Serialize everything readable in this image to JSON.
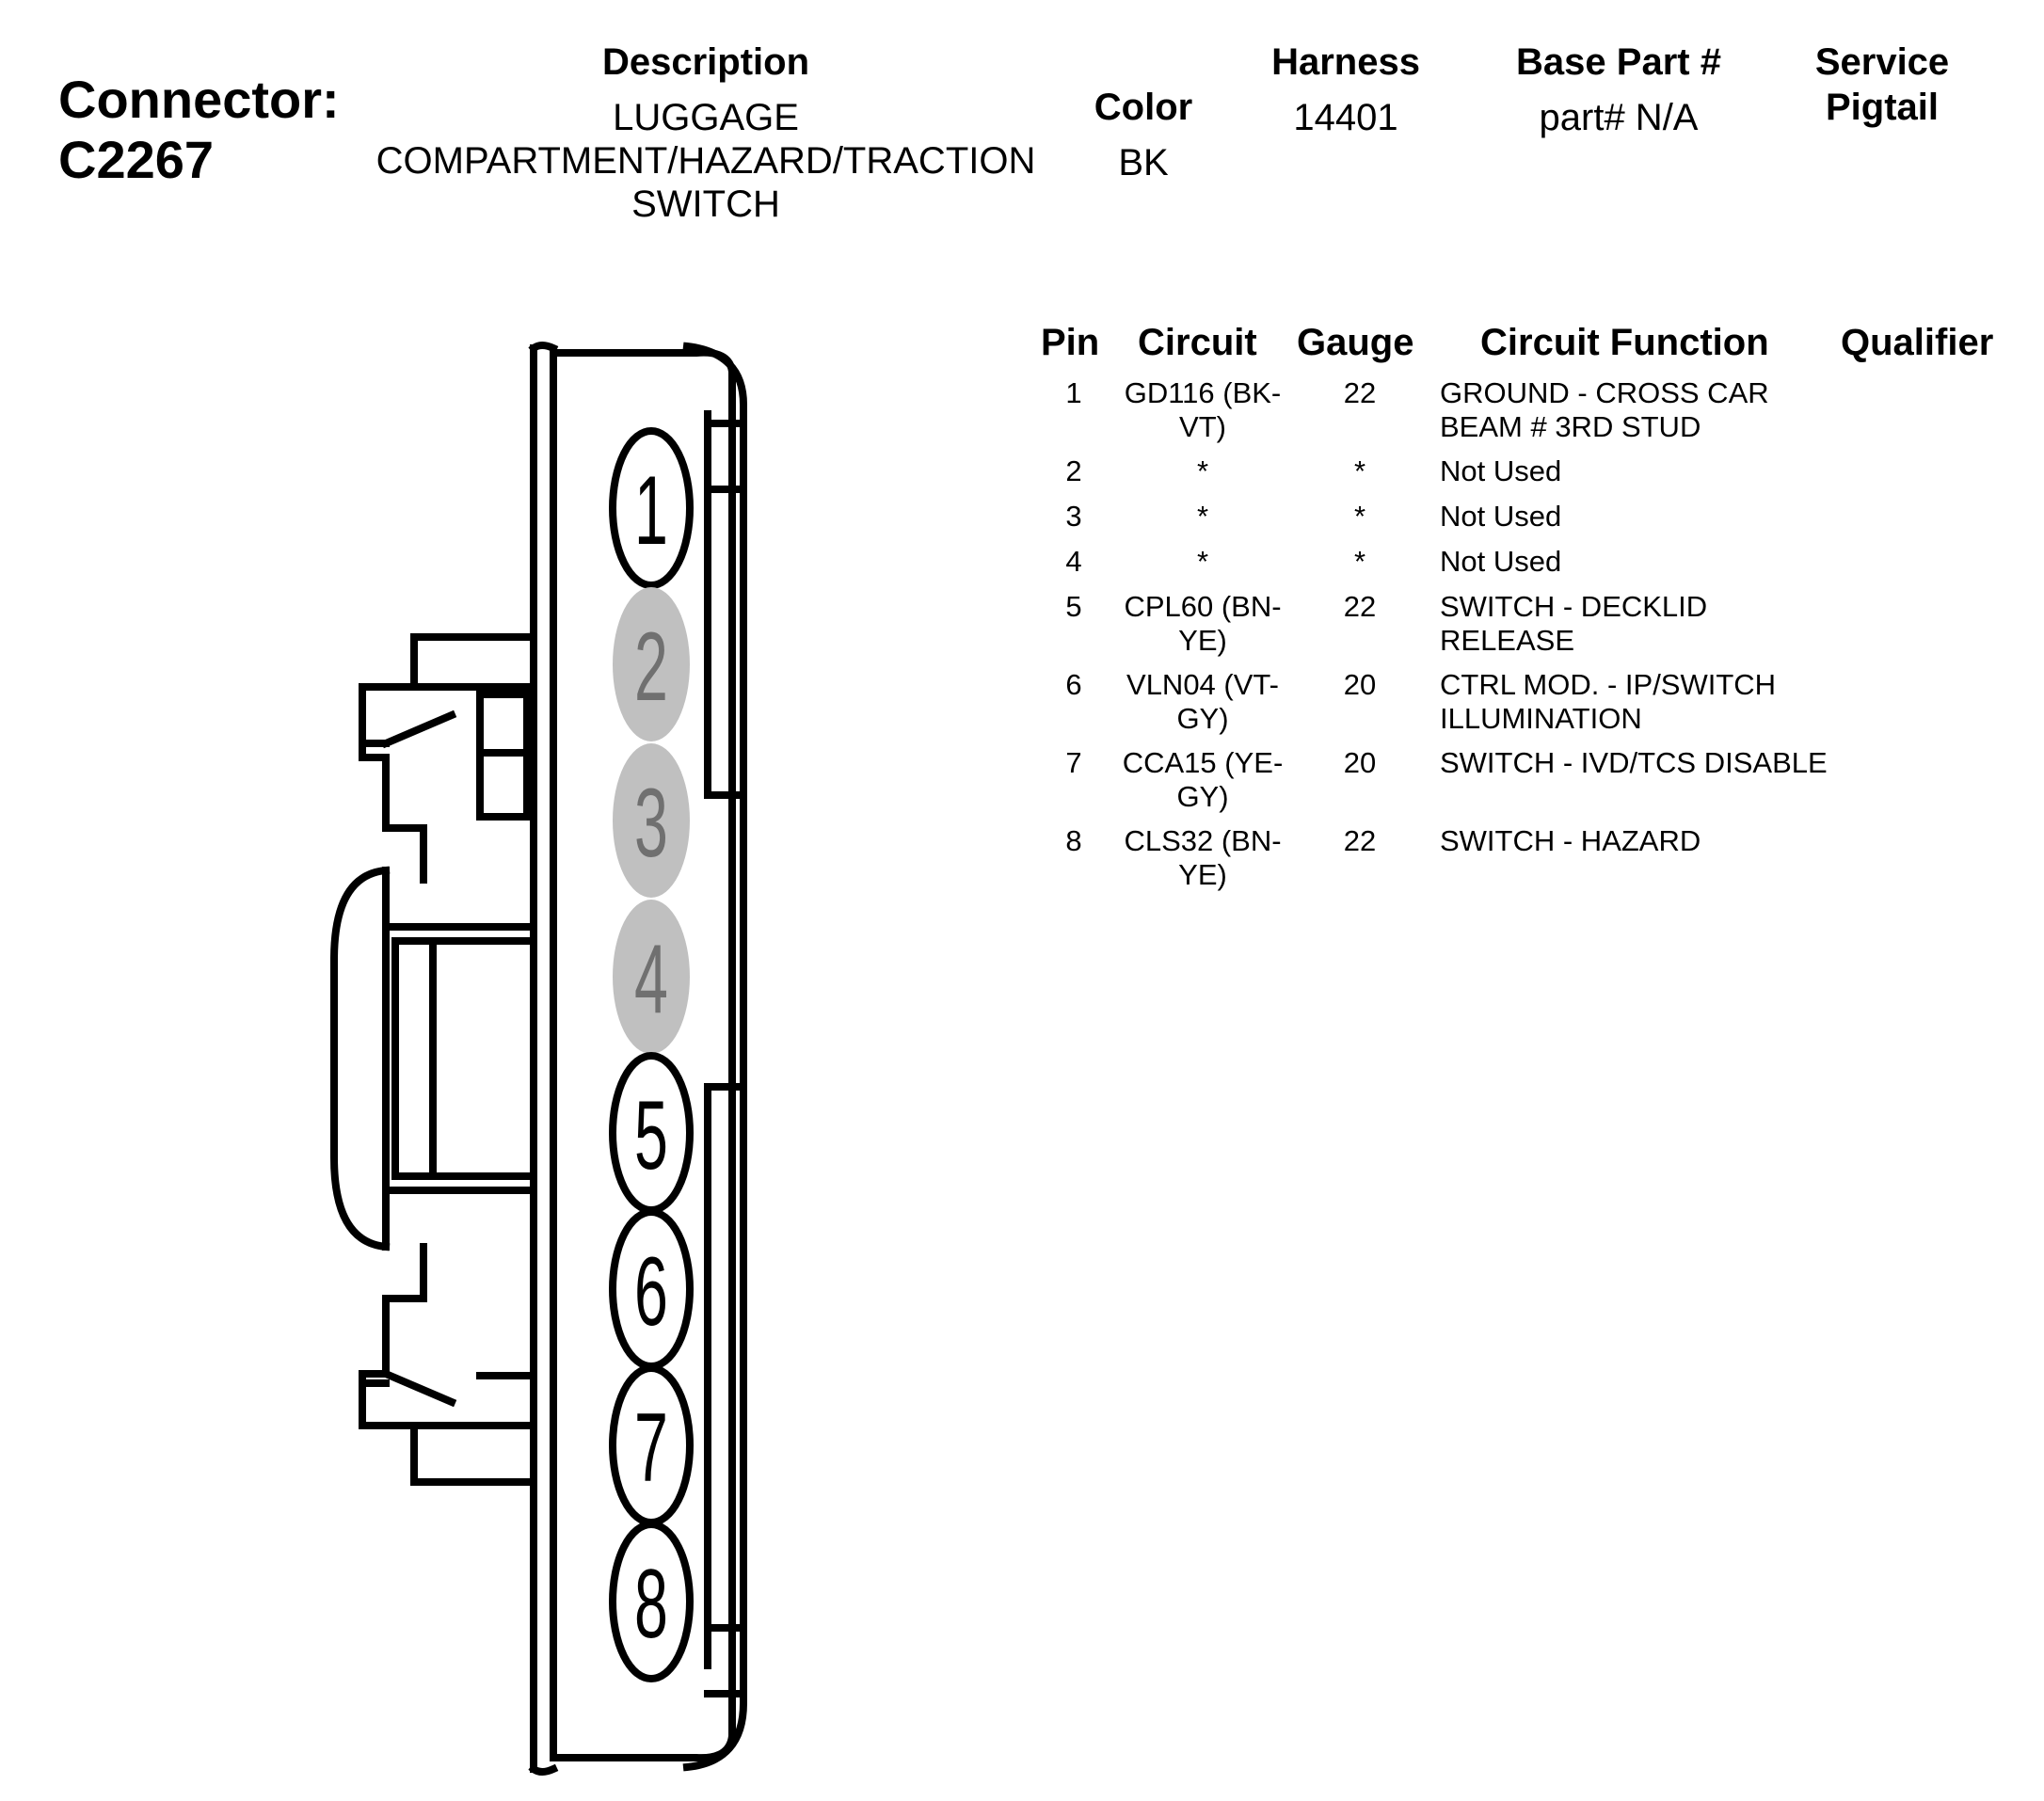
{
  "connector": {
    "label": "Connector:",
    "id": "C2267"
  },
  "header": {
    "description": {
      "heading": "Description",
      "value": "LUGGAGE\nCOMPARTMENT/HAZARD/TRACTION\nSWITCH"
    },
    "color": {
      "heading": "Color",
      "value": "BK"
    },
    "harness": {
      "heading": "Harness",
      "value": "14401"
    },
    "base_part": {
      "heading": "Base Part #",
      "value": "part# N/A"
    },
    "service_pigtail": {
      "heading_line1": "Service",
      "heading_line2": "Pigtail"
    }
  },
  "pin_table": {
    "headers": {
      "pin": "Pin",
      "circuit": "Circuit",
      "gauge": "Gauge",
      "function": "Circuit Function",
      "qualifier": "Qualifier"
    },
    "rows": [
      {
        "pin": "1",
        "circuit": "GD116 (BK-\nVT)",
        "gauge": "22",
        "function": "GROUND - CROSS CAR\nBEAM # 3RD STUD"
      },
      {
        "pin": "2",
        "circuit": "*",
        "gauge": "*",
        "function": "Not Used"
      },
      {
        "pin": "3",
        "circuit": "*",
        "gauge": "*",
        "function": "Not Used"
      },
      {
        "pin": "4",
        "circuit": "*",
        "gauge": "*",
        "function": "Not Used"
      },
      {
        "pin": "5",
        "circuit": "CPL60 (BN-\nYE)",
        "gauge": "22",
        "function": "SWITCH - DECKLID\nRELEASE"
      },
      {
        "pin": "6",
        "circuit": "VLN04 (VT-\nGY)",
        "gauge": "20",
        "function": "CTRL MOD. - IP/SWITCH\nILLUMINATION"
      },
      {
        "pin": "7",
        "circuit": "CCA15 (YE-\nGY)",
        "gauge": "20",
        "function": "SWITCH - IVD/TCS DISABLE"
      },
      {
        "pin": "8",
        "circuit": "CLS32 (BN-\nYE)",
        "gauge": "22",
        "function": "SWITCH - HAZARD"
      }
    ]
  },
  "diagram": {
    "cavities": [
      {
        "label": "1",
        "used": true
      },
      {
        "label": "2",
        "used": false
      },
      {
        "label": "3",
        "used": false
      },
      {
        "label": "4",
        "used": false
      },
      {
        "label": "5",
        "used": true
      },
      {
        "label": "6",
        "used": true
      },
      {
        "label": "7",
        "used": true
      },
      {
        "label": "8",
        "used": true
      }
    ],
    "colors": {
      "unused_fill": "#c0c0c0",
      "unused_text": "#707070",
      "line": "#000000"
    }
  }
}
